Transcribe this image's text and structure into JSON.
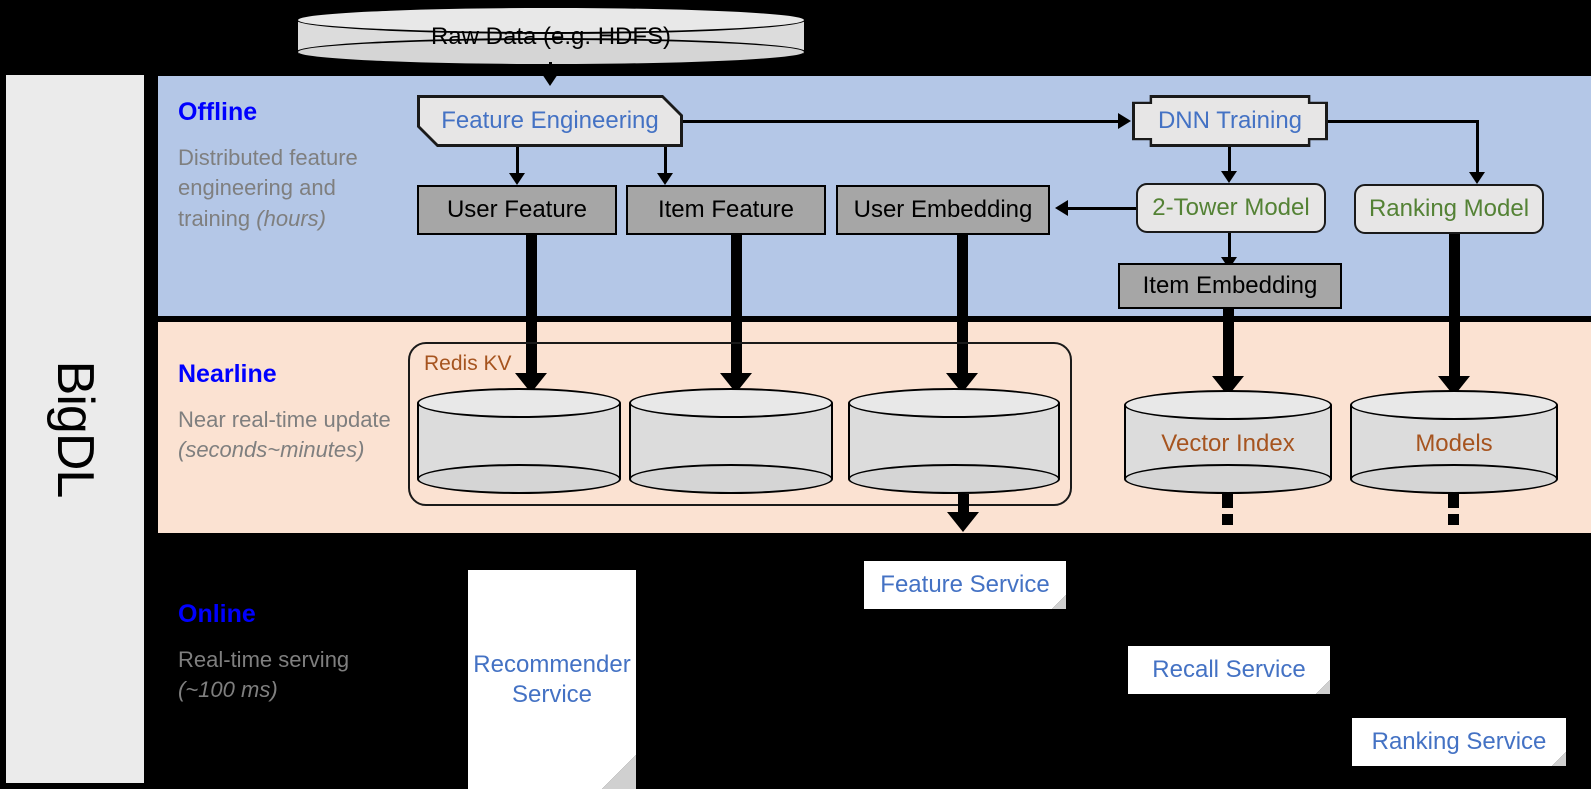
{
  "sidebar": {
    "label": "BigDL"
  },
  "bands": {
    "offline": {
      "title": "Offline",
      "subtitle_plain": "Distributed feature engineering and training ",
      "subtitle_italic": "(hours)"
    },
    "nearline": {
      "title": "Nearline",
      "subtitle_plain": "Near real-time update ",
      "subtitle_italic": "(seconds~minutes)"
    },
    "online": {
      "title": "Online",
      "subtitle_plain": "Real-time serving ",
      "subtitle_italic": "(~100 ms)"
    }
  },
  "source": {
    "raw_data": "Raw Data (e.g. HDFS)"
  },
  "offline_nodes": {
    "feature_engineering": "Feature Engineering",
    "dnn_training": "DNN Training",
    "user_feature": "User Feature",
    "item_feature": "Item Feature",
    "user_embedding": "User Embedding",
    "two_tower_model": "2-Tower Model",
    "ranking_model": "Ranking Model",
    "item_embedding": "Item Embedding"
  },
  "nearline_nodes": {
    "redis_kv": "Redis KV",
    "store_1": "",
    "store_2": "",
    "store_3": "",
    "vector_index": "Vector Index",
    "models": "Models"
  },
  "online_nodes": {
    "recommender_service": "Recommender Service",
    "feature_service": "Feature Service",
    "recall_service": "Recall Service",
    "ranking_service": "Ranking Service"
  },
  "colors": {
    "offline_band": "#b4c7e7",
    "nearline_band": "#fbe2d2",
    "online_band": "#000000",
    "title_blue": "#0000ff",
    "subtitle_grey": "#7f7f7f",
    "process_blue": "#4472c4",
    "model_green": "#548235",
    "store_brown": "#a6541f",
    "grey_box": "#a6a6a6",
    "sidebar_grey": "#ebebeb"
  }
}
